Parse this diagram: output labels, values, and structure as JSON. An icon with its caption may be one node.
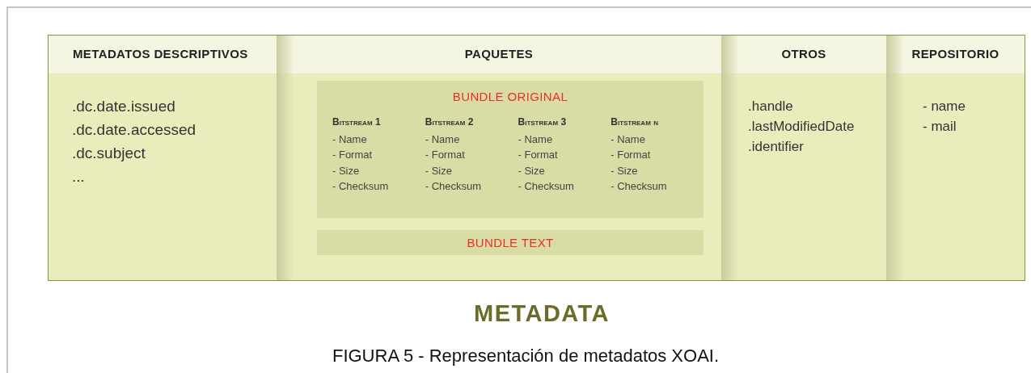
{
  "diagram": {
    "title": "METADATA",
    "caption": "FIGURA 5 - Representación de metadatos XOAI.",
    "nodes": [
      {
        "text": [
          "METADATOS DESCRIPTIVOS",
          ".dc.date.issued",
          ".dc.date.accessed",
          ".dc.subject",
          "..."
        ]
      },
      {
        "text": [
          "PAQUETES"
        ]
      },
      {
        "text": [
          "BUNDLE ORIGINAL",
          "Bitstream 1",
          "- Name",
          "- Format",
          "- Size",
          "- Checksum",
          "Bitstream 2",
          "- Name",
          "- Format",
          "- Size",
          "- Checksum",
          "Bitstream 3",
          "- Name",
          "- Format",
          "- Size",
          "- Checksum",
          "Bitstream n",
          "- Name",
          "- Format",
          "- Size",
          "- Checksum"
        ],
        "in": 1
      },
      {
        "text": [
          "BUNDLE TEXT"
        ],
        "in": 1
      },
      {
        "text": [
          "OTROS",
          ".handle",
          ".lastModifiedDate",
          ".identifier"
        ]
      },
      {
        "text": [
          "REPOSITORIO",
          "- name",
          "- mail"
        ]
      }
    ]
  }
}
